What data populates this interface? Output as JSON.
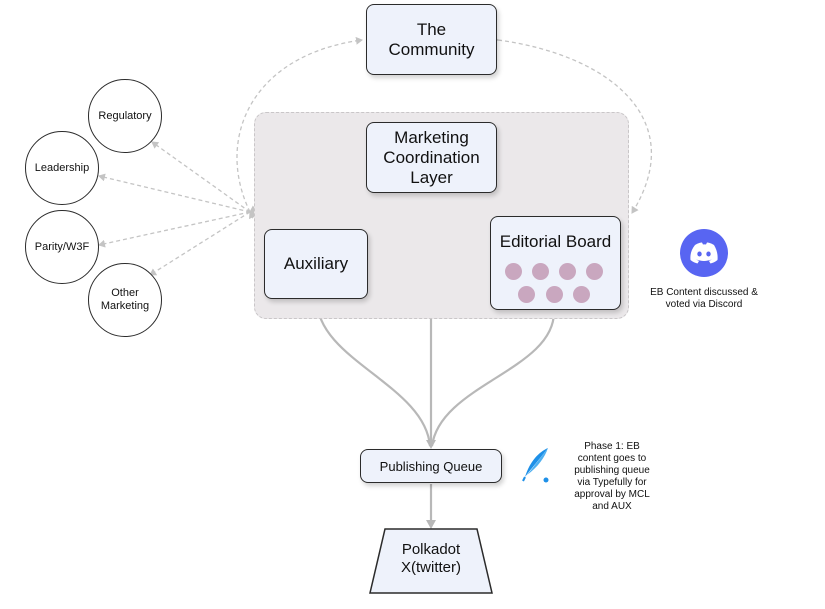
{
  "nodes": {
    "community": "The Community",
    "mcl": "Marketing Coordination Layer",
    "auxiliary": "Auxiliary",
    "editorial_board": "Editorial Board",
    "publishing_queue": "Publishing Queue",
    "polkadot_x": "Polkadot X(twitter)"
  },
  "stakeholders": [
    "Regulatory",
    "Leadership",
    "Parity/W3F",
    "Other Marketing"
  ],
  "notes": {
    "discord": "EB Content discussed & voted via Discord",
    "phase1": "Phase 1: EB content goes to publishing queue via Typefully for approval by MCL and AUX"
  },
  "icons": {
    "discord": "discord-icon",
    "typefully": "typefully-icon"
  },
  "colors": {
    "node_fill": "#eef2fb",
    "group_fill": "#ebe8ea",
    "discord": "#5865f2",
    "typefully": "#1e90e8",
    "member_dot": "#c9a7bf"
  }
}
